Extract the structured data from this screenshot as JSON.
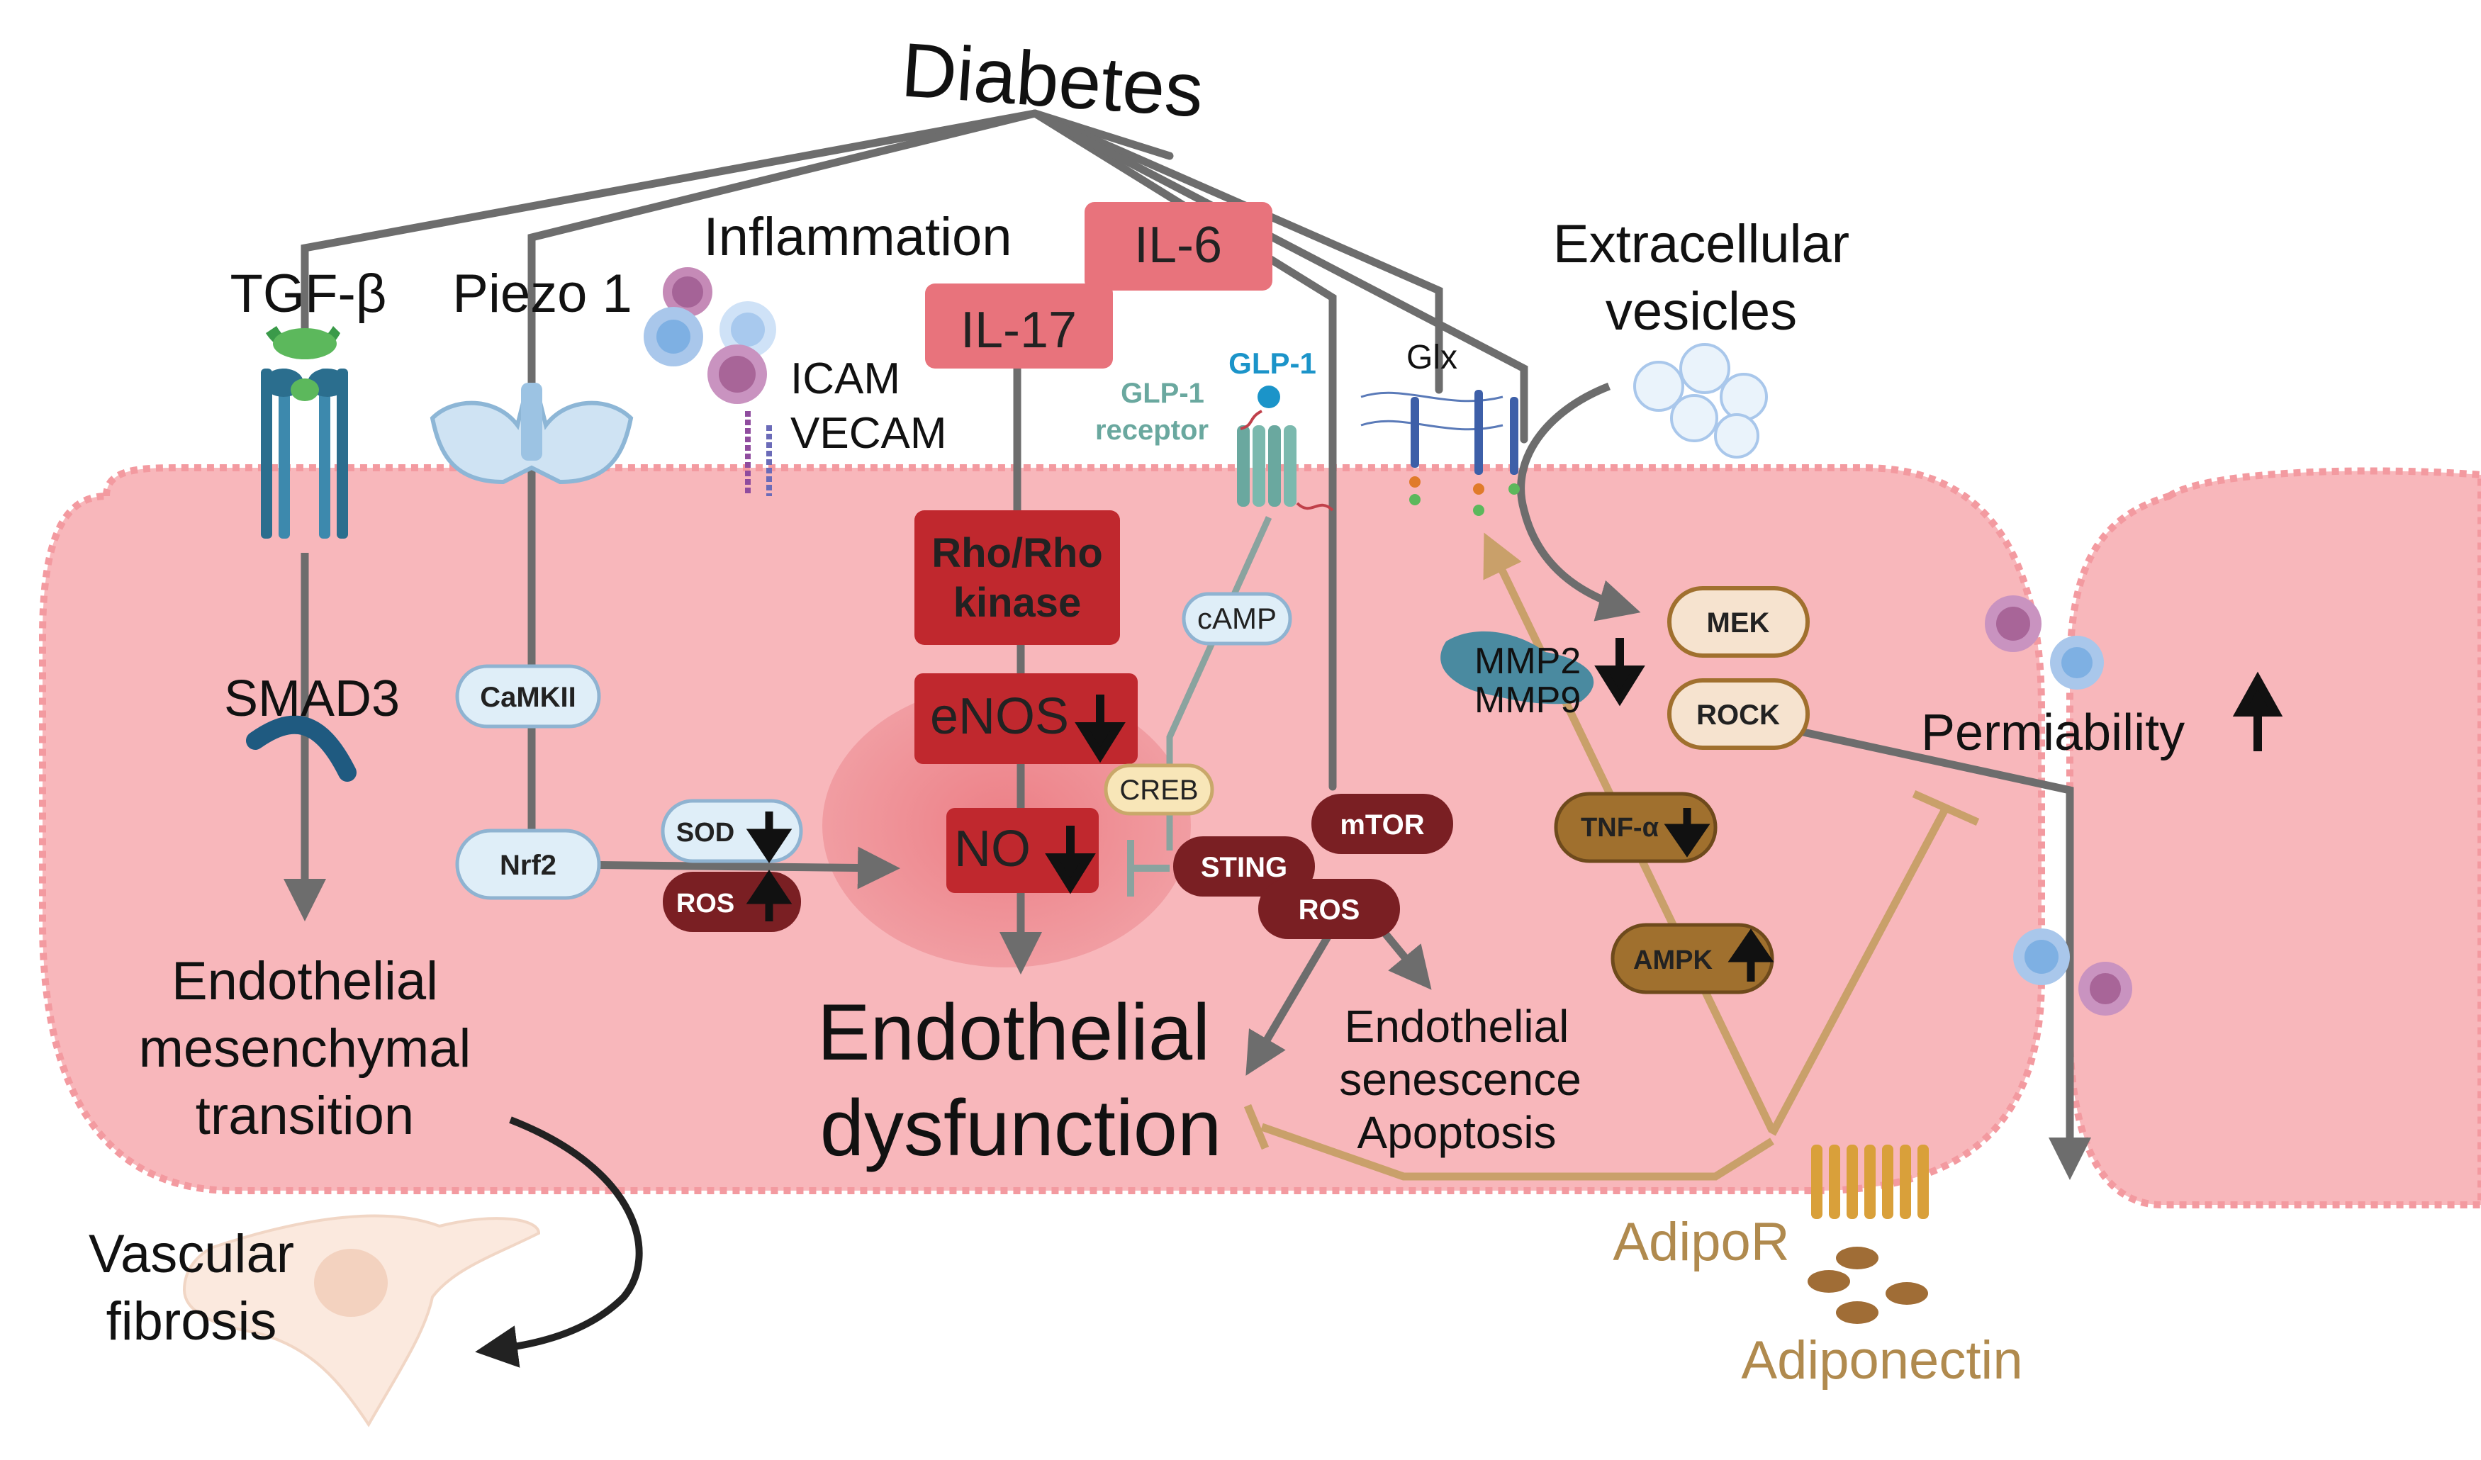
{
  "diagram": {
    "title": "Diabetes",
    "labels": {
      "tgf_beta": "TGF-β",
      "piezo1": "Piezo 1",
      "inflammation": "Inflammation",
      "icam": "ICAM",
      "vecam": "VECAM",
      "il6": "IL-6",
      "il17": "IL-17",
      "glp1": "GLP-1",
      "glp1_receptor_line1": "GLP-1",
      "glp1_receptor_line2": "receptor",
      "glx": "Glx",
      "extracellular_line1": "Extracellular",
      "extracellular_line2": "vesicles",
      "smad3": "SMAD3",
      "camkii": "CaMKII",
      "nrf2": "Nrf2",
      "sod": "SOD",
      "ros_left": "ROS",
      "rho_line1": "Rho/Rho",
      "rho_line2": "kinase",
      "enos": "eNOS",
      "no": "NO",
      "camp": "cAMP",
      "creb": "CREB",
      "sting": "STING",
      "ros_right": "ROS",
      "mtor": "mTOR",
      "mmp2": "MMP2",
      "mmp9": "MMP9",
      "mek": "MEK",
      "rock": "ROCK",
      "permiability": "Permiability",
      "tnf_alpha": "TNF-α",
      "ampk": "AMPK",
      "emt_line1": "Endothelial",
      "emt_line2": "mesenchymal",
      "emt_line3": "transition",
      "dysfunction_line1": "Endothelial",
      "dysfunction_line2": "dysfunction",
      "senescence_line1": "Endothelial",
      "senescence_line2": "senescence",
      "senescence_line3": "Apoptosis",
      "vascular_line1": "Vascular",
      "vascular_line2": "fibrosis",
      "adipor": "AdipoR",
      "adiponectin": "Adiponectin"
    },
    "colors": {
      "cell_fill": "#f8b7bb",
      "cell_border": "#f39aa0",
      "dark_red_pill": "#7a1f23",
      "red_box": "#c0282e",
      "pink_box": "#e8737c",
      "light_pill": "#dfeef8",
      "tan_pill": "#a0702e",
      "tan_arrow": "#c9a06a",
      "gray_arrow": "#6d6d6d",
      "adiponectin_text": "#b08a4e"
    }
  }
}
